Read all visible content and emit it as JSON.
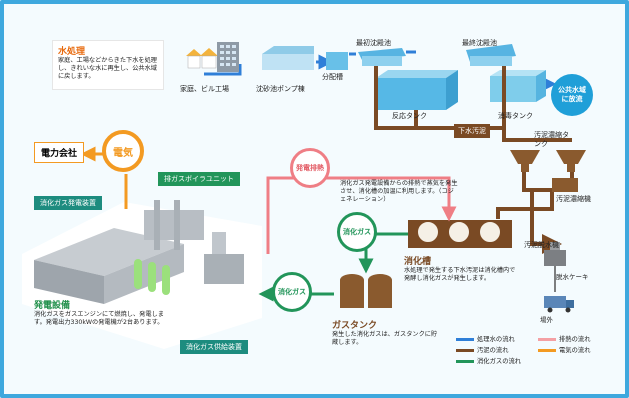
{
  "water_treatment": {
    "title": "水処理",
    "desc": "家庭、工場などからきた下水を処理し、きれいな水に再生し、公共水域に戻します。"
  },
  "labels": {
    "homes_factories": "家庭、ビル工場",
    "grit_pump": "沈砂池ポンプ棟",
    "distribution_tank": "分配槽",
    "primary_settling": "最初沈殿池",
    "final_settling": "最終沈殿池",
    "reaction_tank": "反応タンク",
    "disinfection_tank": "消毒タンク",
    "public_water": "公共水域に放流",
    "sludge": "下水汚泥",
    "sludge_thickener": "汚泥濃縮タンク",
    "sludge_thickener_machine": "汚泥濃縮機",
    "sludge_dewatering": "汚泥脱水機",
    "dewatered_cake": "脱水ケーキ",
    "off_site": "場外"
  },
  "power": {
    "company": "電力会社",
    "electricity": "電気"
  },
  "exhaust_boiler": "排ガスボイラユニット",
  "gas_generator": "消化ガス発電装置",
  "exhaust_heat": "発電排熱",
  "cogeneration_text": "消化ガス発電設備からの排熱で蒸気を発生させ、消化槽の加温に利用します。（コジェネレーション）",
  "digestion_gas": "消化ガス",
  "digestion_tank": {
    "title": "消化槽",
    "desc": "水処理で発生する下水汚泥は消化槽内で発酵し消化ガスが発生します。"
  },
  "gas_tank": {
    "title": "ガスタンク",
    "desc": "発生した消化ガスは、ガスタンクに貯蔵します。"
  },
  "generation_facility": {
    "title": "発電設備",
    "desc": "消化ガスをガスエンジンにて燃焼し、発電します。発電出力330kWの発電機が2台あります。"
  },
  "gas_supply": "消化ガス供給装置",
  "legend": [
    {
      "label": "処理水の流れ",
      "color": "#2f7fd8"
    },
    {
      "label": "排熱の流れ",
      "color": "#f4a0a4"
    },
    {
      "label": "汚泥の流れ",
      "color": "#7a4a24"
    },
    {
      "label": "電気の流れ",
      "color": "#f39a22"
    },
    {
      "label": "消化ガスの流れ",
      "color": "#22955a"
    }
  ]
}
